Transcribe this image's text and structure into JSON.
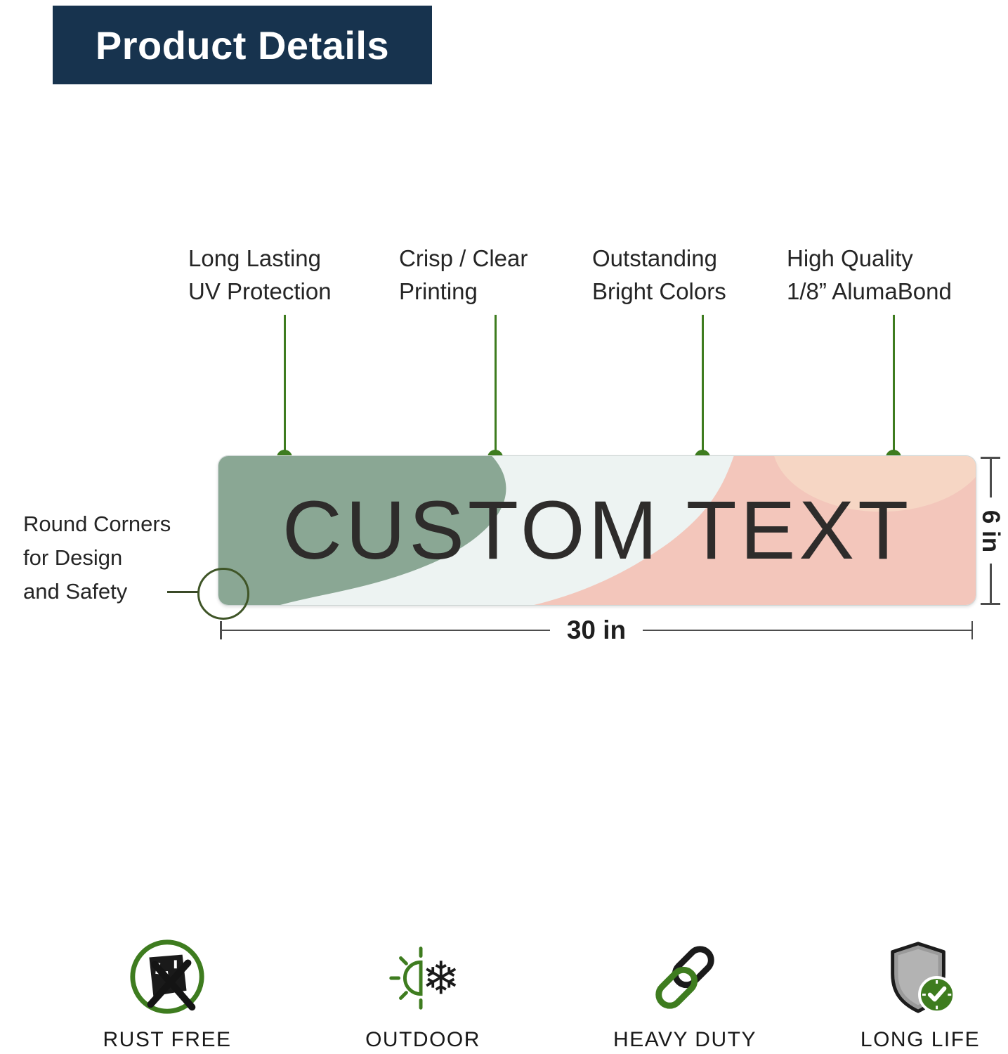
{
  "colors": {
    "navy": "#17334E",
    "green": "#3E7C1F",
    "ink": "#1A1A1A",
    "sage": "#8AA794",
    "pink": "#F3C6BB",
    "peach": "#F8DFC9",
    "signbg": "#EDF3F2",
    "sign_text": "#2E2C2B"
  },
  "header": {
    "title": "Product Details"
  },
  "callouts": [
    {
      "label": "Long Lasting\nUV Protection"
    },
    {
      "label": "Crisp / Clear\nPrinting"
    },
    {
      "label": "Outstanding\nBright Colors"
    },
    {
      "label": "High Quality\n1/8” AlumaBond"
    }
  ],
  "corner_note": {
    "label": "Round Corners\nfor Design\nand Safety"
  },
  "sign": {
    "text": "CUSTOM TEXT",
    "width_label": "30 in",
    "height_label": "6 in"
  },
  "features": [
    {
      "label": "RUST FREE",
      "icon": "rust-free-icon"
    },
    {
      "label": "OUTDOOR",
      "icon": "outdoor-icon"
    },
    {
      "label": "HEAVY DUTY",
      "icon": "heavy-duty-icon"
    },
    {
      "label": "LONG LIFE",
      "icon": "long-life-icon"
    }
  ]
}
